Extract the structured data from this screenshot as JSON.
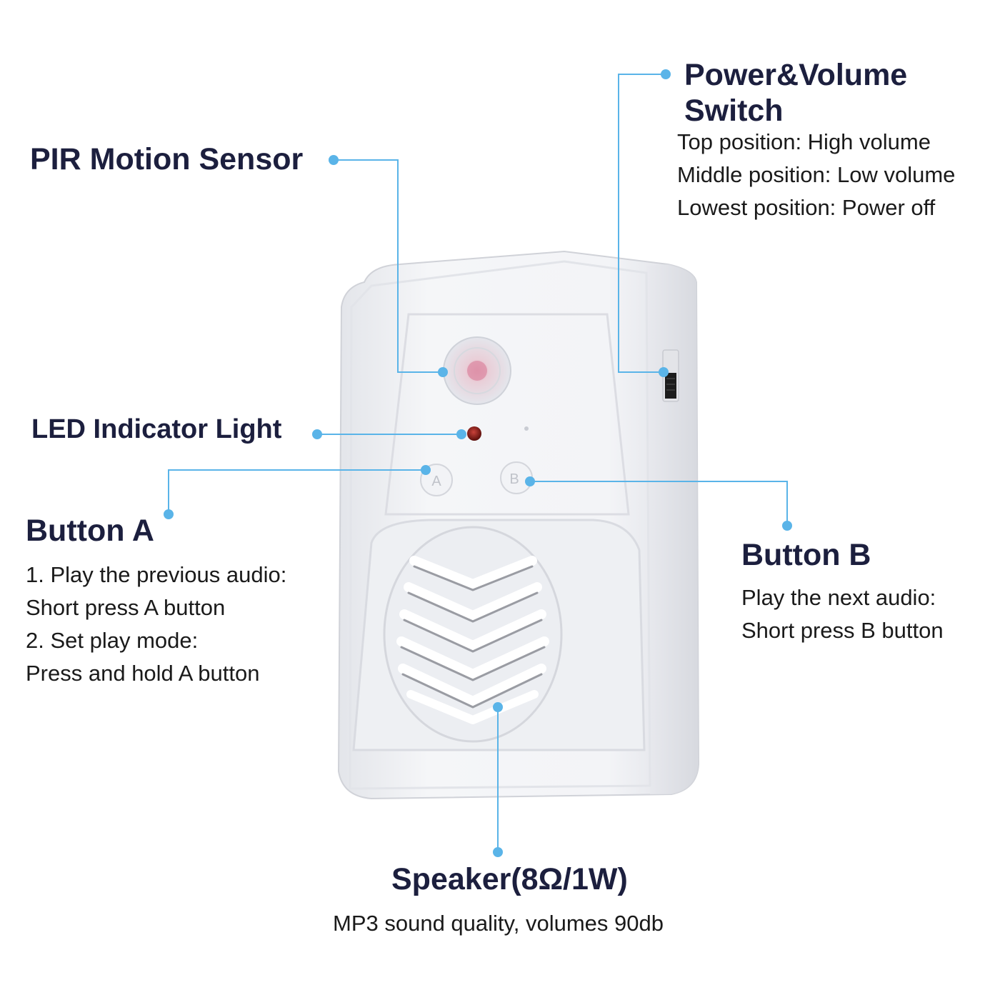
{
  "colors": {
    "leader": "#5ab4e8",
    "title": "#1c1f3e",
    "text": "#1a1a1a",
    "device_body": "#f1f2f5",
    "led": "#7a1612"
  },
  "labels": {
    "pir": {
      "title": "PIR Motion Sensor"
    },
    "power": {
      "title_lines": [
        "Power&Volume",
        "Switch"
      ],
      "lines": [
        "Top position: High volume",
        "Middle position: Low volume",
        "Lowest position: Power off"
      ]
    },
    "led": {
      "title": "LED Indicator Light"
    },
    "button_a": {
      "title": "Button A",
      "lines": [
        "1. Play the previous audio:",
        "Short press A button",
        "2. Set play mode:",
        "Press and hold A button"
      ]
    },
    "button_b": {
      "title": "Button B",
      "lines": [
        "Play the next audio:",
        "Short press B button"
      ]
    },
    "speaker": {
      "title": "Speaker(8Ω/1W)",
      "desc": "MP3 sound quality, volumes 90db"
    }
  },
  "device": {
    "button_a_letter": "A",
    "button_b_letter": "B"
  }
}
